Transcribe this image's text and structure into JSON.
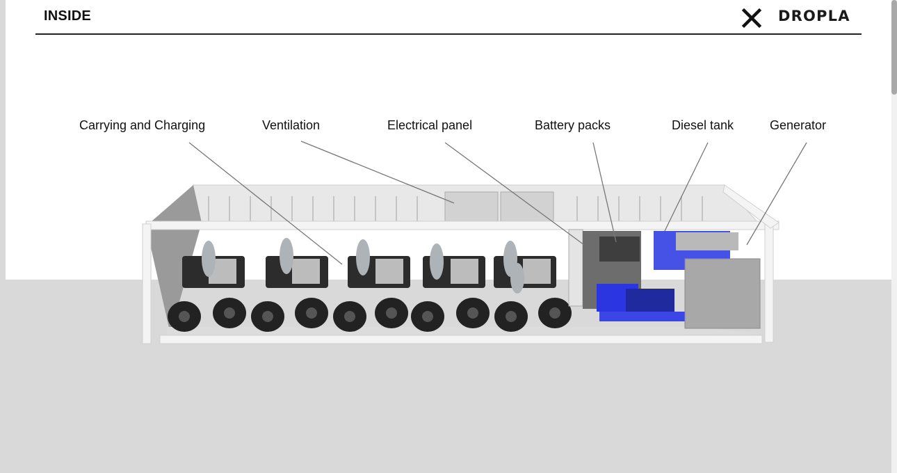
{
  "header": {
    "title": "INSIDE",
    "logo_text": "DROPLA",
    "close_icon": "close-icon"
  },
  "labels": {
    "carrying": "Carrying and Charging",
    "ventilation": "Ventilation",
    "electrical": "Electrical panel",
    "battery": "Battery packs",
    "diesel": "Diesel tank",
    "generator": "Generator"
  },
  "colors": {
    "accent_blue": "#2b35e0",
    "panel_white": "#ffffff",
    "background_gray": "#d9d9d9"
  }
}
